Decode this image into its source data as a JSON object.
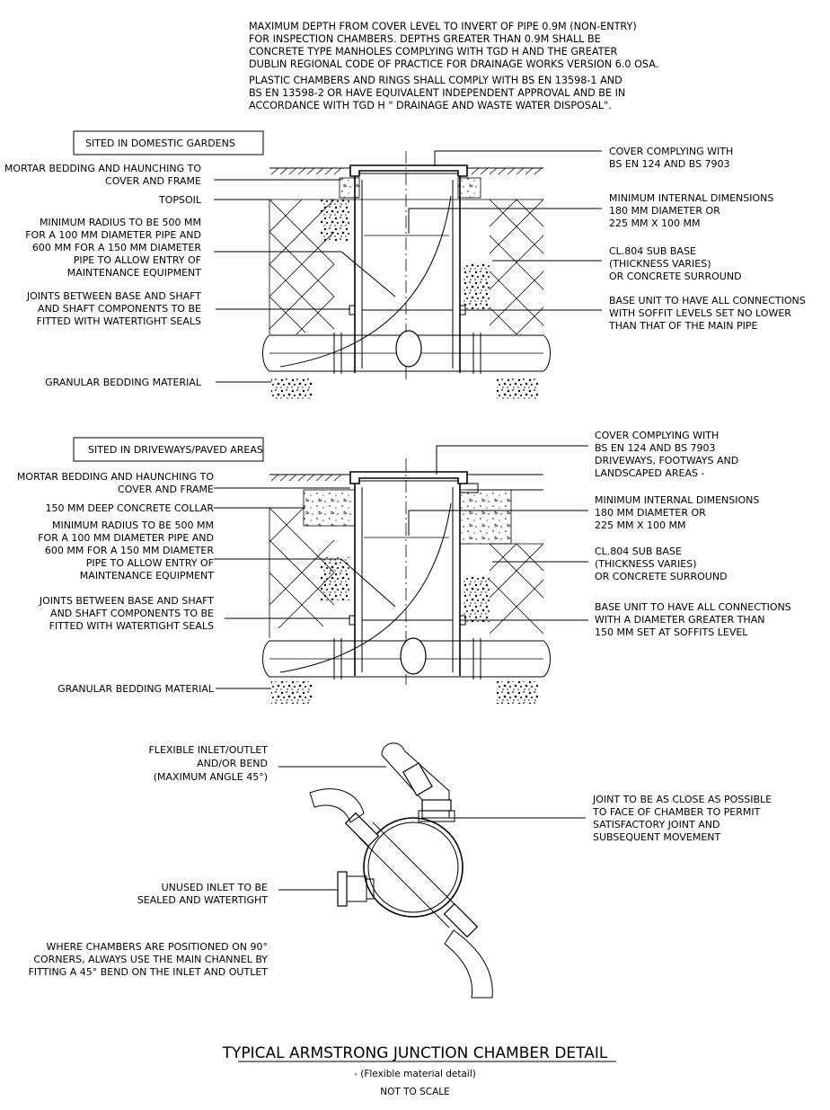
{
  "notes": {
    "general": [
      "MAXIMUM DEPTH FROM COVER LEVEL TO INVERT OF PIPE 0.9M (NON-ENTRY)",
      "FOR INSPECTION CHAMBERS. DEPTHS GREATER THAN 0.9M SHALL BE",
      "CONCRETE TYPE MANHOLES COMPLYING WITH TGD H AND THE GREATER",
      "DUBLIN REGIONAL CODE OF PRACTICE FOR DRAINAGE WORKS VERSION 6.0 OSA.",
      "PLASTIC CHAMBERS AND RINGS SHALL COMPLY WITH BS EN 13598-1 AND",
      "BS EN 13598-2 OR HAVE EQUIVALENT INDEPENDENT APPROVAL AND BE IN",
      "ACCORDANCE WITH TGD H \" DRAINAGE AND WASTE WATER DISPOSAL\"."
    ]
  },
  "section1": {
    "heading": "SITED IN DOMESTIC GARDENS",
    "left_labels": [
      [
        "MORTAR BEDDING AND HAUNCHING TO",
        "COVER AND FRAME"
      ],
      [
        "TOPSOIL"
      ],
      [
        "MINIMUM RADIUS TO BE 500 MM",
        "FOR A 100 MM DIAMETER PIPE AND",
        "600 MM FOR A 150 MM DIAMETER",
        "PIPE TO ALLOW ENTRY OF",
        "MAINTENANCE EQUIPMENT"
      ],
      [
        "JOINTS BETWEEN BASE AND SHAFT",
        "AND SHAFT COMPONENTS TO BE",
        "FITTED WITH WATERTIGHT SEALS"
      ],
      [
        "GRANULAR BEDDING MATERIAL"
      ]
    ],
    "right_labels": [
      [
        "COVER COMPLYING WITH",
        "BS EN 124 AND BS 7903"
      ],
      [
        "MINIMUM INTERNAL DIMENSIONS",
        "180 MM DIAMETER OR",
        "225 MM X 100 MM"
      ],
      [
        "CL.804 SUB BASE",
        "(THICKNESS VARIES)",
        "OR CONCRETE SURROUND"
      ],
      [
        "BASE UNIT TO HAVE ALL CONNECTIONS",
        "WITH SOFFIT LEVELS SET NO LOWER",
        "THAN THAT OF THE MAIN PIPE"
      ]
    ]
  },
  "section2": {
    "heading": "SITED IN DRIVEWAYS/PAVED AREAS",
    "left_labels": [
      [
        "MORTAR BEDDING AND HAUNCHING TO",
        "COVER AND FRAME"
      ],
      [
        "150 MM DEEP CONCRETE COLLAR"
      ],
      [
        "MINIMUM RADIUS TO BE 500 MM",
        "FOR A 100 MM DIAMETER PIPE AND",
        "600 MM FOR A 150 MM DIAMETER",
        "PIPE TO ALLOW ENTRY OF",
        "MAINTENANCE EQUIPMENT"
      ],
      [
        "JOINTS BETWEEN BASE AND SHAFT",
        "AND SHAFT COMPONENTS TO BE",
        "FITTED WITH WATERTIGHT SEALS"
      ],
      [
        "GRANULAR BEDDING MATERIAL"
      ]
    ],
    "right_labels": [
      [
        "COVER COMPLYING WITH",
        "BS EN 124 AND BS 7903",
        "DRIVEWAYS, FOOTWAYS AND",
        "LANDSCAPED AREAS -"
      ],
      [
        "MINIMUM INTERNAL DIMENSIONS",
        "180 MM DIAMETER OR",
        "225 MM X 100 MM"
      ],
      [
        "CL.804 SUB BASE",
        "(THICKNESS VARIES)",
        "OR CONCRETE SURROUND"
      ],
      [
        "BASE UNIT TO HAVE ALL CONNECTIONS",
        "WITH A DIAMETER GREATER THAN",
        "150 MM SET AT SOFFITS LEVEL"
      ]
    ]
  },
  "plan": {
    "labels": [
      [
        "FLEXIBLE INLET/OUTLET",
        "AND/OR BEND",
        "(MAXIMUM ANGLE 45°)"
      ],
      [
        "UNUSED INLET TO BE",
        "SEALED AND WATERTIGHT"
      ],
      [
        "WHERE CHAMBERS ARE POSITIONED ON 90°",
        "CORNERS, ALWAYS USE THE MAIN CHANNEL BY",
        "FITTING A 45° BEND ON THE INLET AND OUTLET"
      ],
      [
        "JOINT TO BE AS CLOSE AS POSSIBLE",
        "TO FACE OF CHAMBER TO PERMIT",
        "SATISFACTORY JOINT AND",
        "SUBSEQUENT MOVEMENT"
      ]
    ]
  },
  "title": {
    "main": "TYPICAL ARMSTRONG JUNCTION CHAMBER DETAIL",
    "sub": "- (Flexible material detail)",
    "scale": "NOT TO SCALE"
  }
}
